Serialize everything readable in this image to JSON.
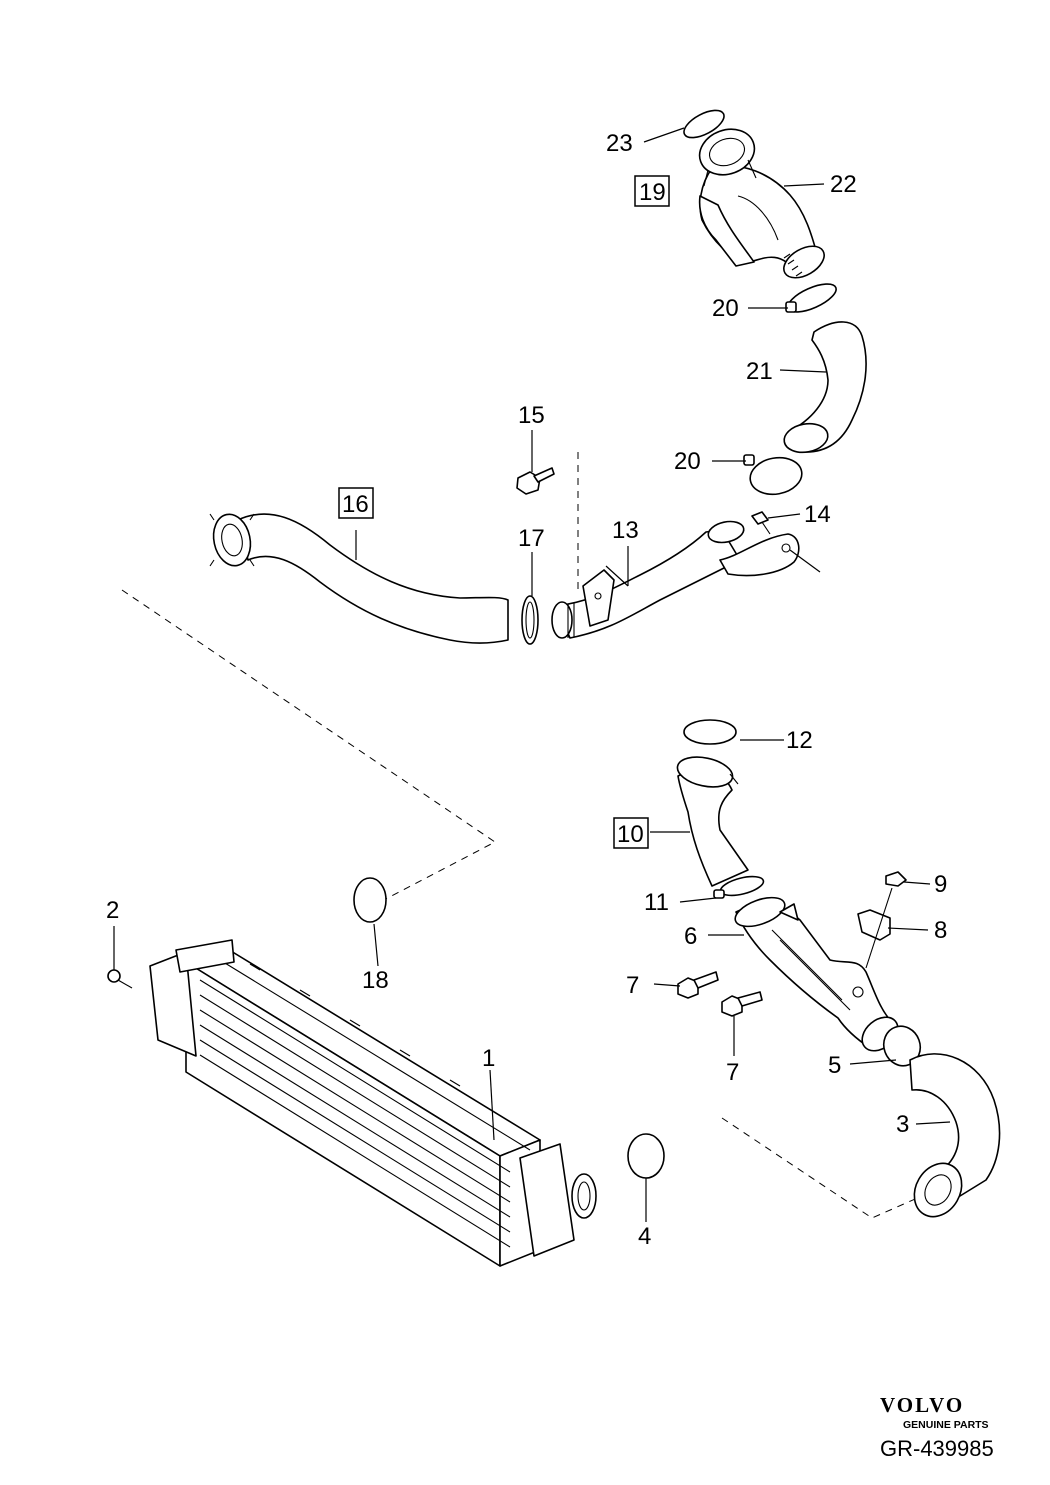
{
  "callouts": {
    "c1": "1",
    "c2": "2",
    "c3": "3",
    "c4": "4",
    "c5": "5",
    "c6": "6",
    "c7a": "7",
    "c7b": "7",
    "c8": "8",
    "c9": "9",
    "c10": "10",
    "c11": "11",
    "c12": "12",
    "c13": "13",
    "c14": "14",
    "c15": "15",
    "c16": "16",
    "c17": "17",
    "c18": "18",
    "c19": "19",
    "c20a": "20",
    "c20b": "20",
    "c21": "21",
    "c22": "22",
    "c23": "23"
  },
  "footer": {
    "brand": "VOLVO",
    "tagline": "GENUINE PARTS",
    "reference": "GR-439985"
  }
}
